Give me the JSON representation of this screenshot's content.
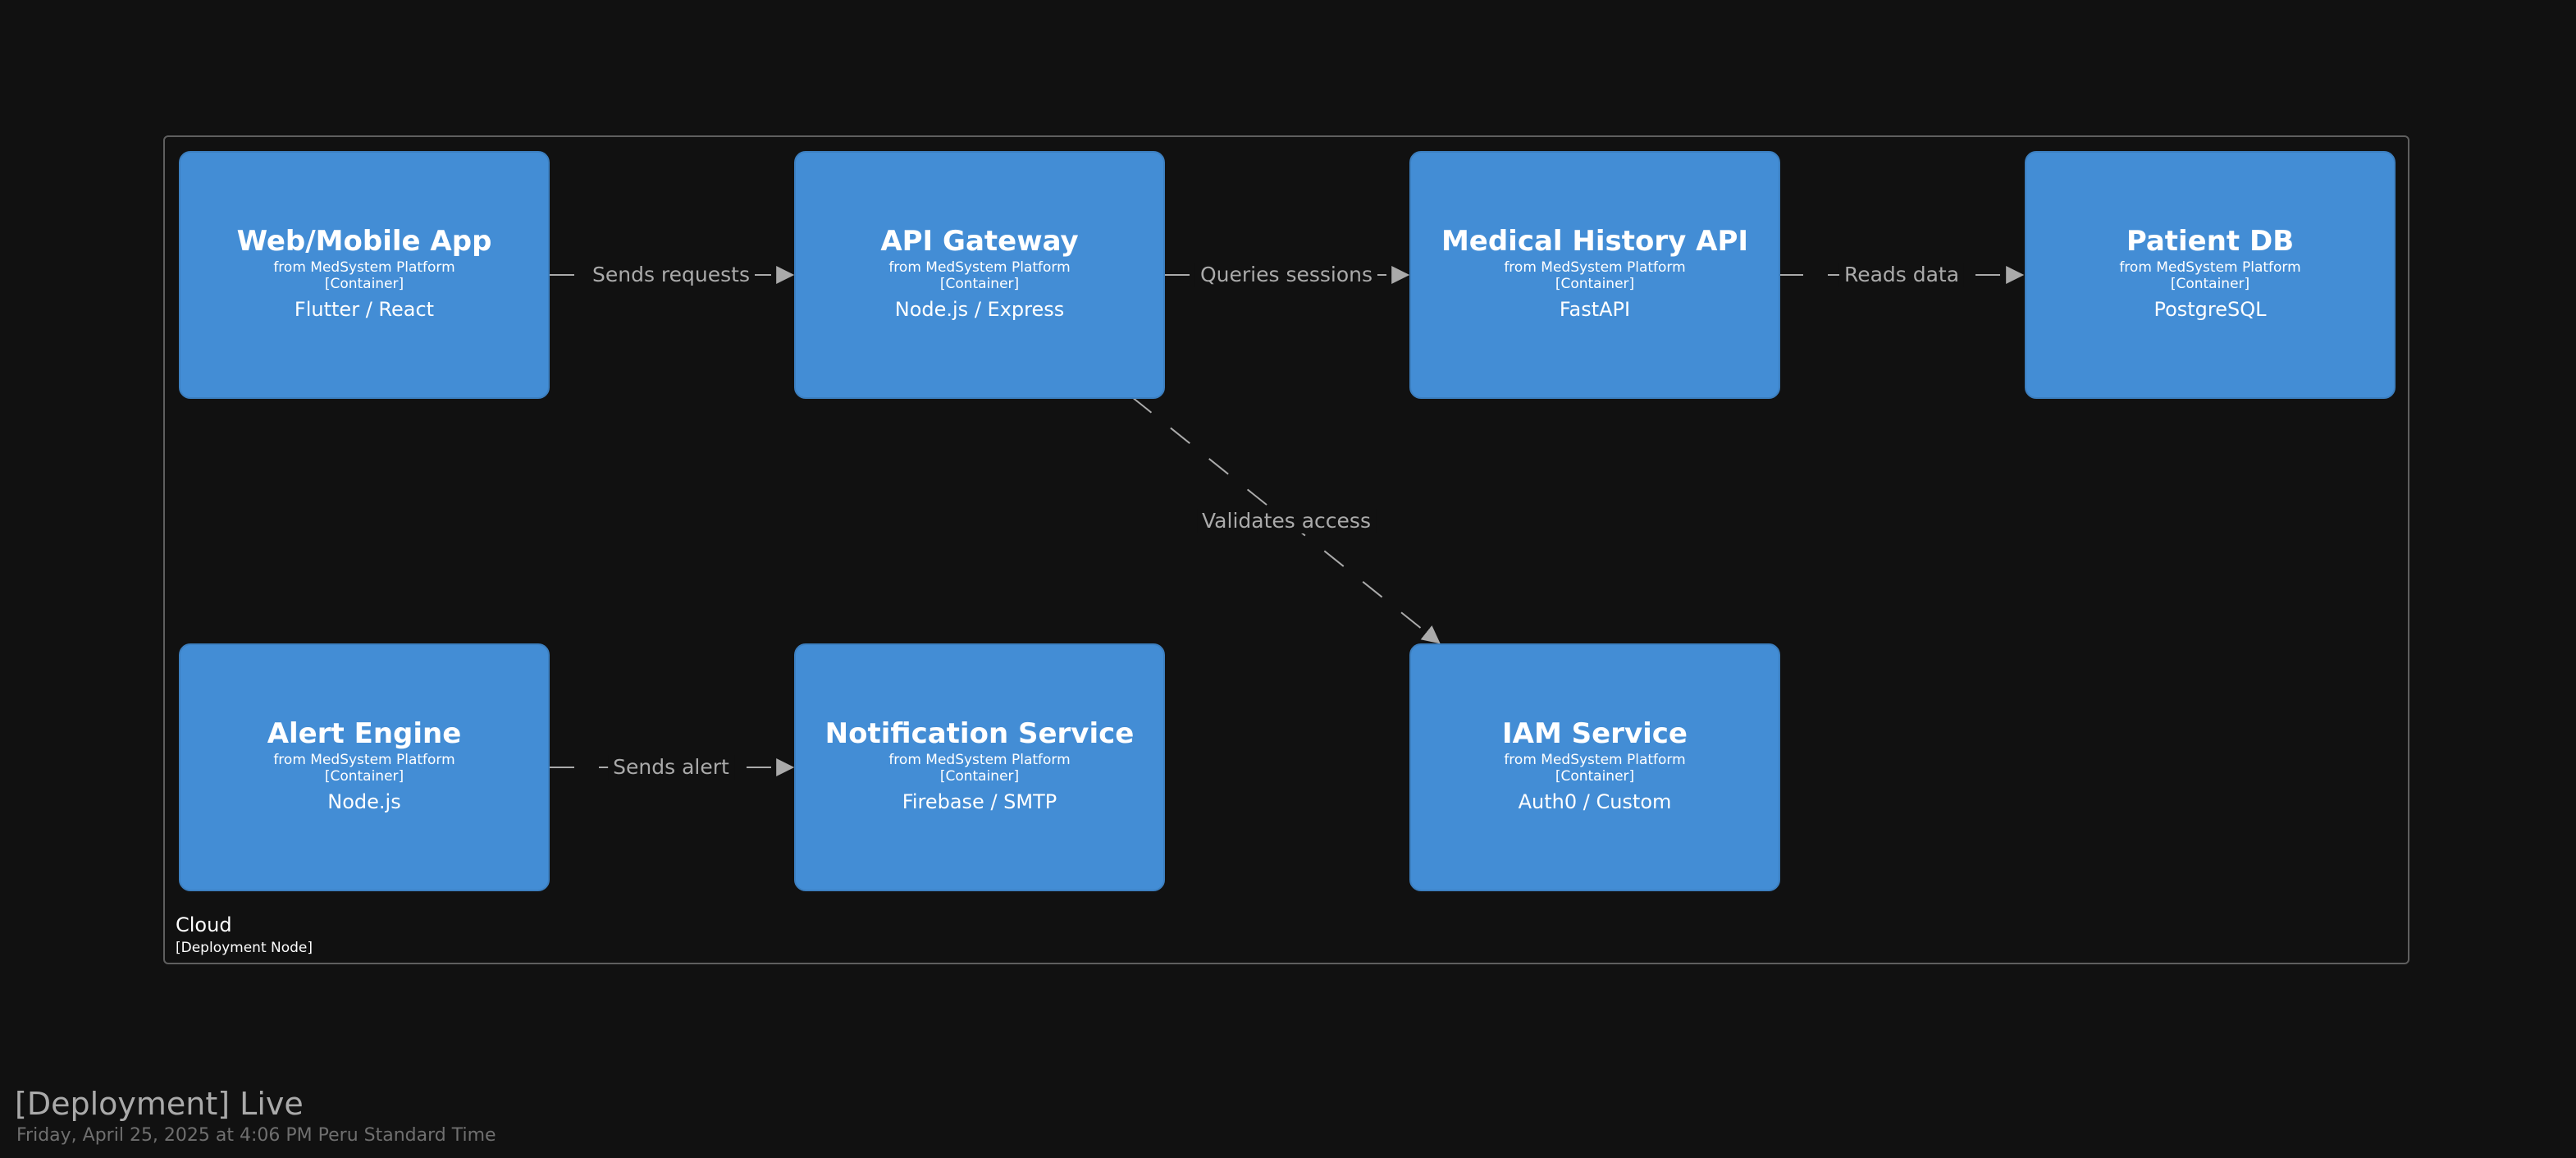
{
  "deployment_node": {
    "name": "Cloud",
    "type": "[Deployment Node]"
  },
  "containers": {
    "webapp": {
      "title": "Web/Mobile App",
      "origin": "from MedSystem Platform",
      "kind": "[Container]",
      "tech": "Flutter / React"
    },
    "gateway": {
      "title": "API Gateway",
      "origin": "from MedSystem Platform",
      "kind": "[Container]",
      "tech": "Node.js / Express"
    },
    "history": {
      "title": "Medical History API",
      "origin": "from MedSystem Platform",
      "kind": "[Container]",
      "tech": "FastAPI"
    },
    "patientdb": {
      "title": "Patient DB",
      "origin": "from MedSystem Platform",
      "kind": "[Container]",
      "tech": "PostgreSQL"
    },
    "alert": {
      "title": "Alert Engine",
      "origin": "from MedSystem Platform",
      "kind": "[Container]",
      "tech": "Node.js"
    },
    "notify": {
      "title": "Notification Service",
      "origin": "from MedSystem Platform",
      "kind": "[Container]",
      "tech": "Firebase / SMTP"
    },
    "iam": {
      "title": "IAM Service",
      "origin": "from MedSystem Platform",
      "kind": "[Container]",
      "tech": "Auth0 / Custom"
    }
  },
  "relationships": {
    "webapp_gateway": "Sends requests",
    "gateway_history": "Queries sessions",
    "history_patientdb": "Reads data",
    "gateway_iam": "Validates access",
    "alert_notify": "Sends alert"
  },
  "colors": {
    "background": "#111111",
    "container_fill": "#438dd5",
    "edge": "#aaaaaa",
    "boundary": "#5f5f5f"
  },
  "footer": {
    "title": "[Deployment] Live",
    "date": "Friday, April 25, 2025 at 4:06 PM Peru Standard Time"
  }
}
